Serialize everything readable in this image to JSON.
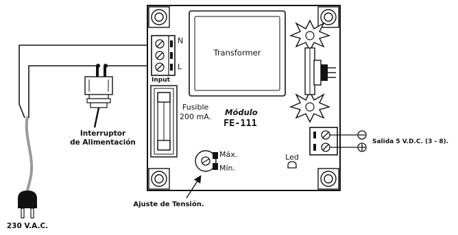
{
  "colors": {
    "line": "#111111",
    "cable": "#9a9a9a",
    "background": "#ffffff"
  },
  "board": {
    "transformer_label": "Transformer",
    "fuse_label_line1": "Fusible",
    "fuse_label_line2": "200 mA.",
    "module_label_line1": "Módulo",
    "module_label_line2": "FE-111",
    "input_label": "Input",
    "input_terminal_n": "N",
    "input_terminal_l": "L",
    "trimmer_max": "Máx.",
    "trimmer_min": "Mín.",
    "led_label": "Led"
  },
  "callouts": {
    "switch_line1": "Interruptor",
    "switch_line2": "de Alimentación",
    "voltage_adjust": "Ajuste de Tensión.",
    "output": "Salida 5 V.D.C. (3 - 8).",
    "mains": "230 V.A.C."
  },
  "output_terminals": {
    "minus_symbol": "⊖",
    "plus_symbol": "⊕"
  },
  "icons": [
    "mounting-hole-icon",
    "screw-terminal-icon",
    "heatsink-icon",
    "toggle-switch-icon",
    "plug-icon",
    "trimmer-icon",
    "led-icon"
  ]
}
